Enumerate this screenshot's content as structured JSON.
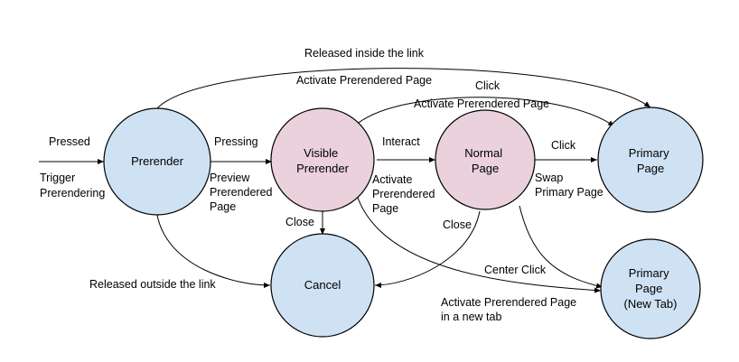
{
  "nodes": {
    "prerender": {
      "lines": [
        "Prerender"
      ],
      "color": "#cfe2f3"
    },
    "visible_prerender": {
      "lines": [
        "Visible",
        "Prerender"
      ],
      "color": "#ead1dc"
    },
    "normal_page": {
      "lines": [
        "Normal",
        "Page"
      ],
      "color": "#ead1dc"
    },
    "primary_page": {
      "lines": [
        "Primary",
        "Page"
      ],
      "color": "#cfe2f3"
    },
    "cancel": {
      "lines": [
        "Cancel"
      ],
      "color": "#cfe2f3"
    },
    "primary_page_new_tab": {
      "lines": [
        "Primary",
        "Page",
        "(New Tab)"
      ],
      "color": "#cfe2f3"
    }
  },
  "edges": {
    "pressed": [
      "Pressed"
    ],
    "trigger_prerendering": [
      "Trigger",
      "Prerendering"
    ],
    "pressing": [
      "Pressing"
    ],
    "preview_prerendered_page": [
      "Preview",
      "Prerendered",
      "Page"
    ],
    "released_inside": [
      "Released inside the link"
    ],
    "activate_prerendered_top": [
      "Activate Prerendered Page"
    ],
    "click_top": [
      "Click"
    ],
    "activate_prerendered_mid": [
      "Activate Prerendered Page"
    ],
    "interact": [
      "Interact"
    ],
    "click_normal": [
      "Click"
    ],
    "swap_primary_page": [
      "Swap",
      "Primary Page"
    ],
    "activate_prerendered_vp": [
      "Activate",
      "Prerendered",
      "Page"
    ],
    "close_visible": [
      "Close"
    ],
    "close_normal": [
      "Close"
    ],
    "released_outside": [
      "Released outside the link"
    ],
    "center_click": [
      "Center Click"
    ],
    "activate_new_tab": [
      "Activate Prerendered Page",
      "in a new tab"
    ]
  }
}
